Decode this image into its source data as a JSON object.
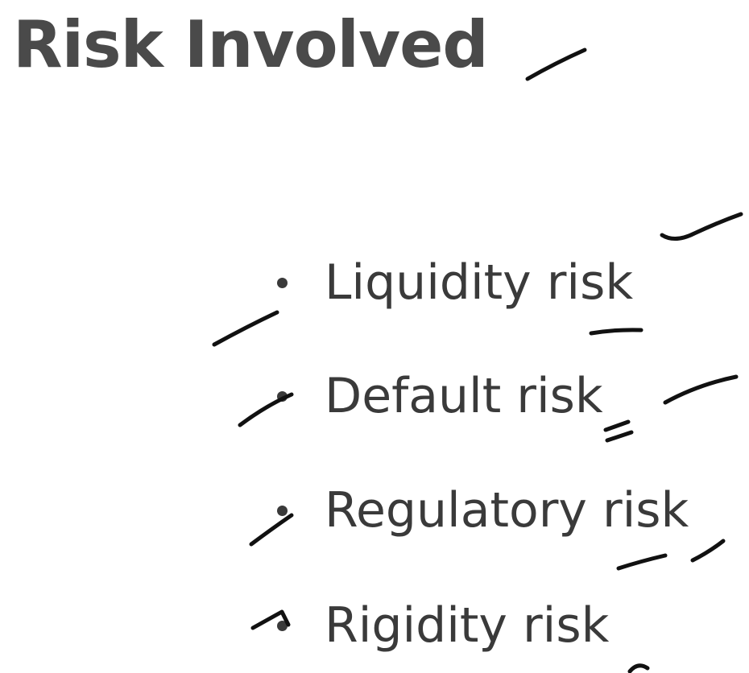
{
  "slide": {
    "title": "Risk Involved",
    "bullets": [
      {
        "label": "Liquidity risk"
      },
      {
        "label": "Default risk"
      },
      {
        "label": "Regulatory risk"
      },
      {
        "label": "Rigidity risk"
      }
    ]
  },
  "colors": {
    "title_text": "#4a4a4a",
    "body_text": "#3a3a3a",
    "background": "#ffffff",
    "annotation_ink": "#111111"
  }
}
